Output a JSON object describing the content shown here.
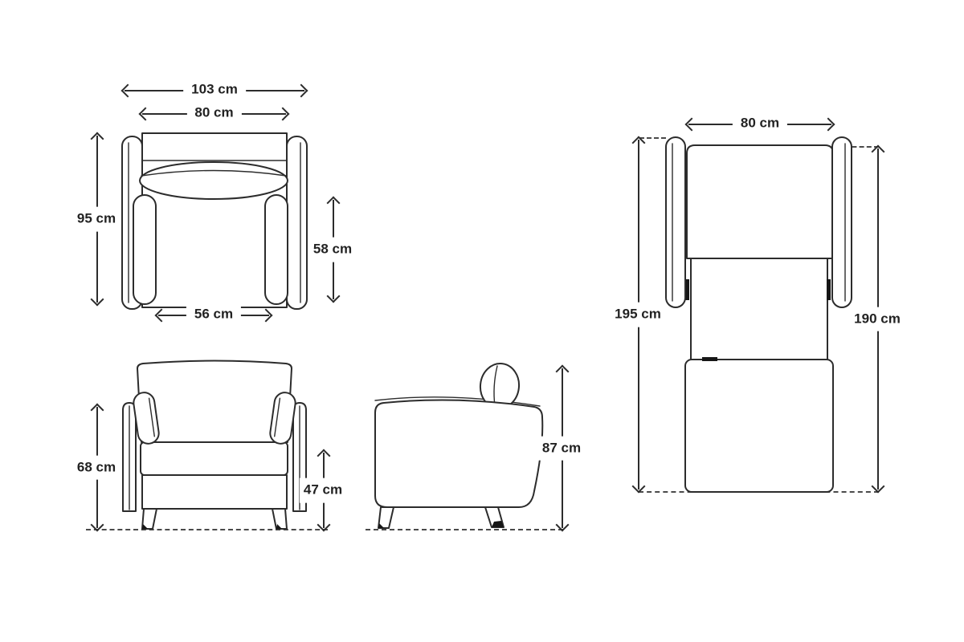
{
  "dimensions": {
    "chair_top_view": {
      "overall_width": "103 cm",
      "inner_width": "80 cm",
      "overall_depth": "95 cm",
      "seat_depth": "58 cm",
      "seat_width": "56 cm"
    },
    "chair_front_view": {
      "arm_height": "68 cm",
      "seat_height": "47 cm"
    },
    "chair_side_view": {
      "overall_height": "87 cm"
    },
    "bed_top_view": {
      "width": "80 cm",
      "overall_length": "195 cm",
      "sleeping_length": "190 cm"
    }
  },
  "colors": {
    "line": "#2c2c2c",
    "text": "#222222",
    "background": "#ffffff"
  }
}
